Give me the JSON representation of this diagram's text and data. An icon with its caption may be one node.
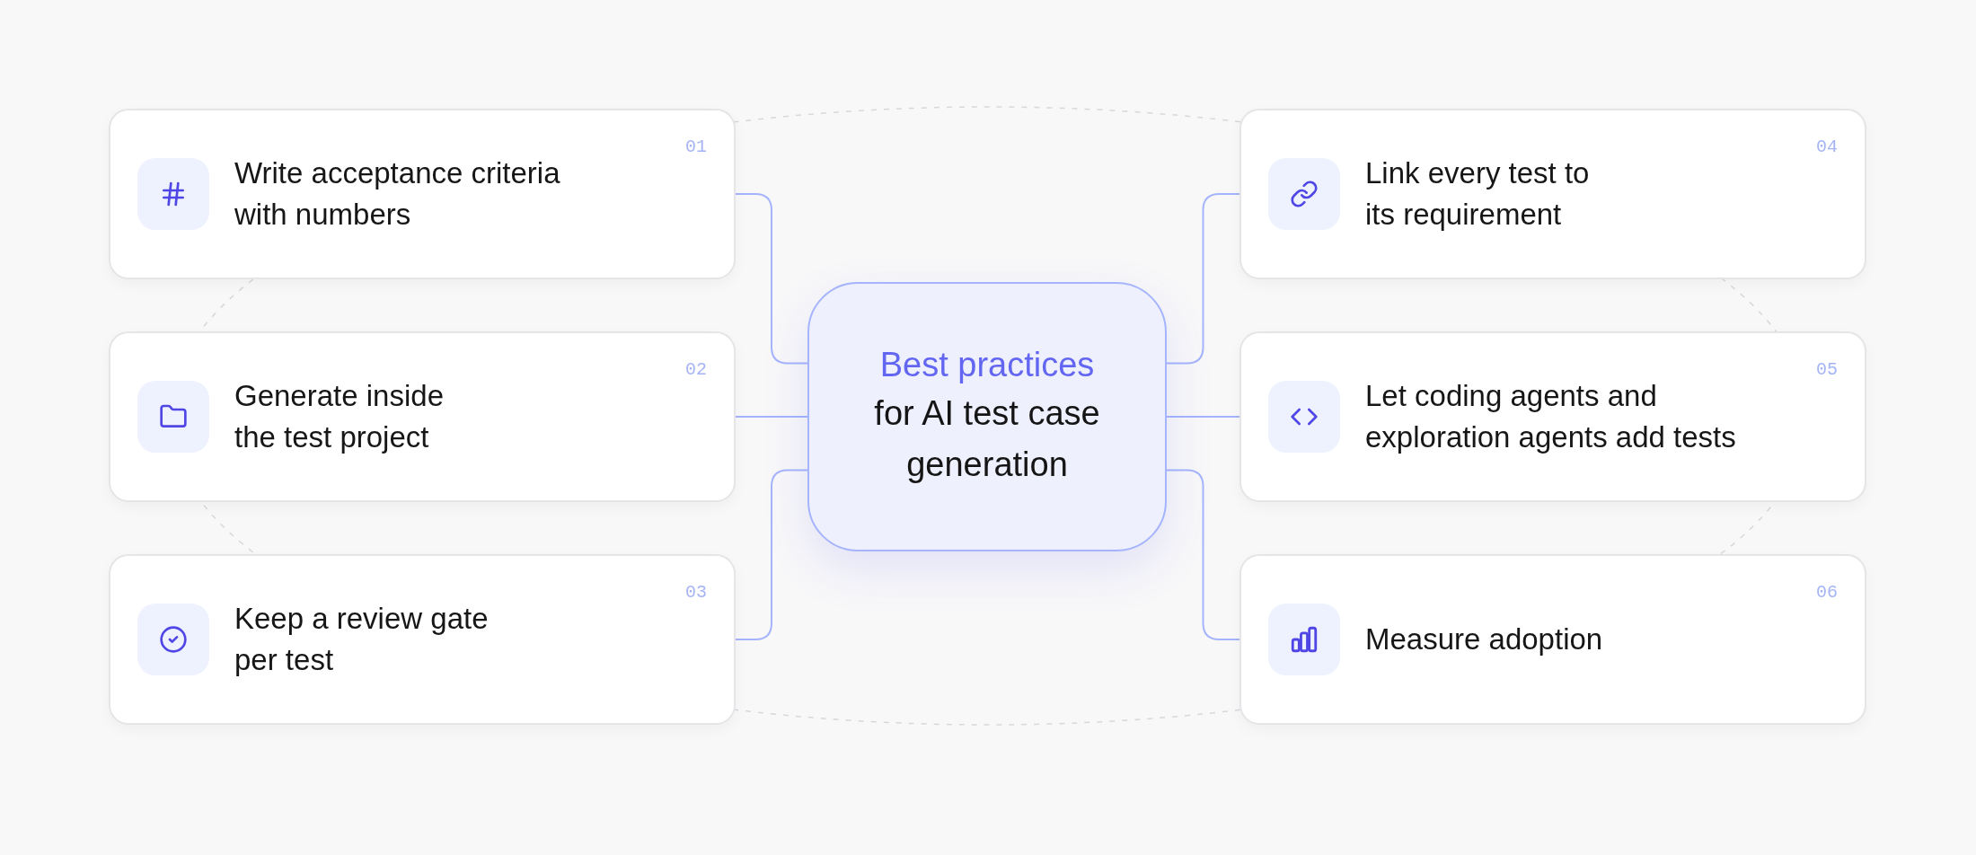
{
  "diagram": {
    "nodes": [
      {
        "text": [
          "Best practices",
          "for AI test case generation"
        ]
      },
      {
        "text": [
          "Write acceptance criteria with numbers",
          "01"
        ]
      },
      {
        "text": [
          "Generate inside the test project",
          "02"
        ]
      },
      {
        "text": [
          "Keep a review gate per test",
          "03"
        ]
      },
      {
        "text": [
          "Link every test to its requirement",
          "04"
        ]
      },
      {
        "text": [
          "Let coding agents and exploration agents add tests",
          "05"
        ]
      },
      {
        "text": [
          "Measure adoption",
          "06"
        ]
      }
    ],
    "edges": [
      {
        "from": 0,
        "to": 1,
        "arrow": "none"
      },
      {
        "from": 0,
        "to": 2,
        "arrow": "none"
      },
      {
        "from": 0,
        "to": 3,
        "arrow": "none"
      },
      {
        "from": 0,
        "to": 4,
        "arrow": "none"
      },
      {
        "from": 0,
        "to": 5,
        "arrow": "none"
      },
      {
        "from": 0,
        "to": 6,
        "arrow": "none"
      }
    ]
  }
}
